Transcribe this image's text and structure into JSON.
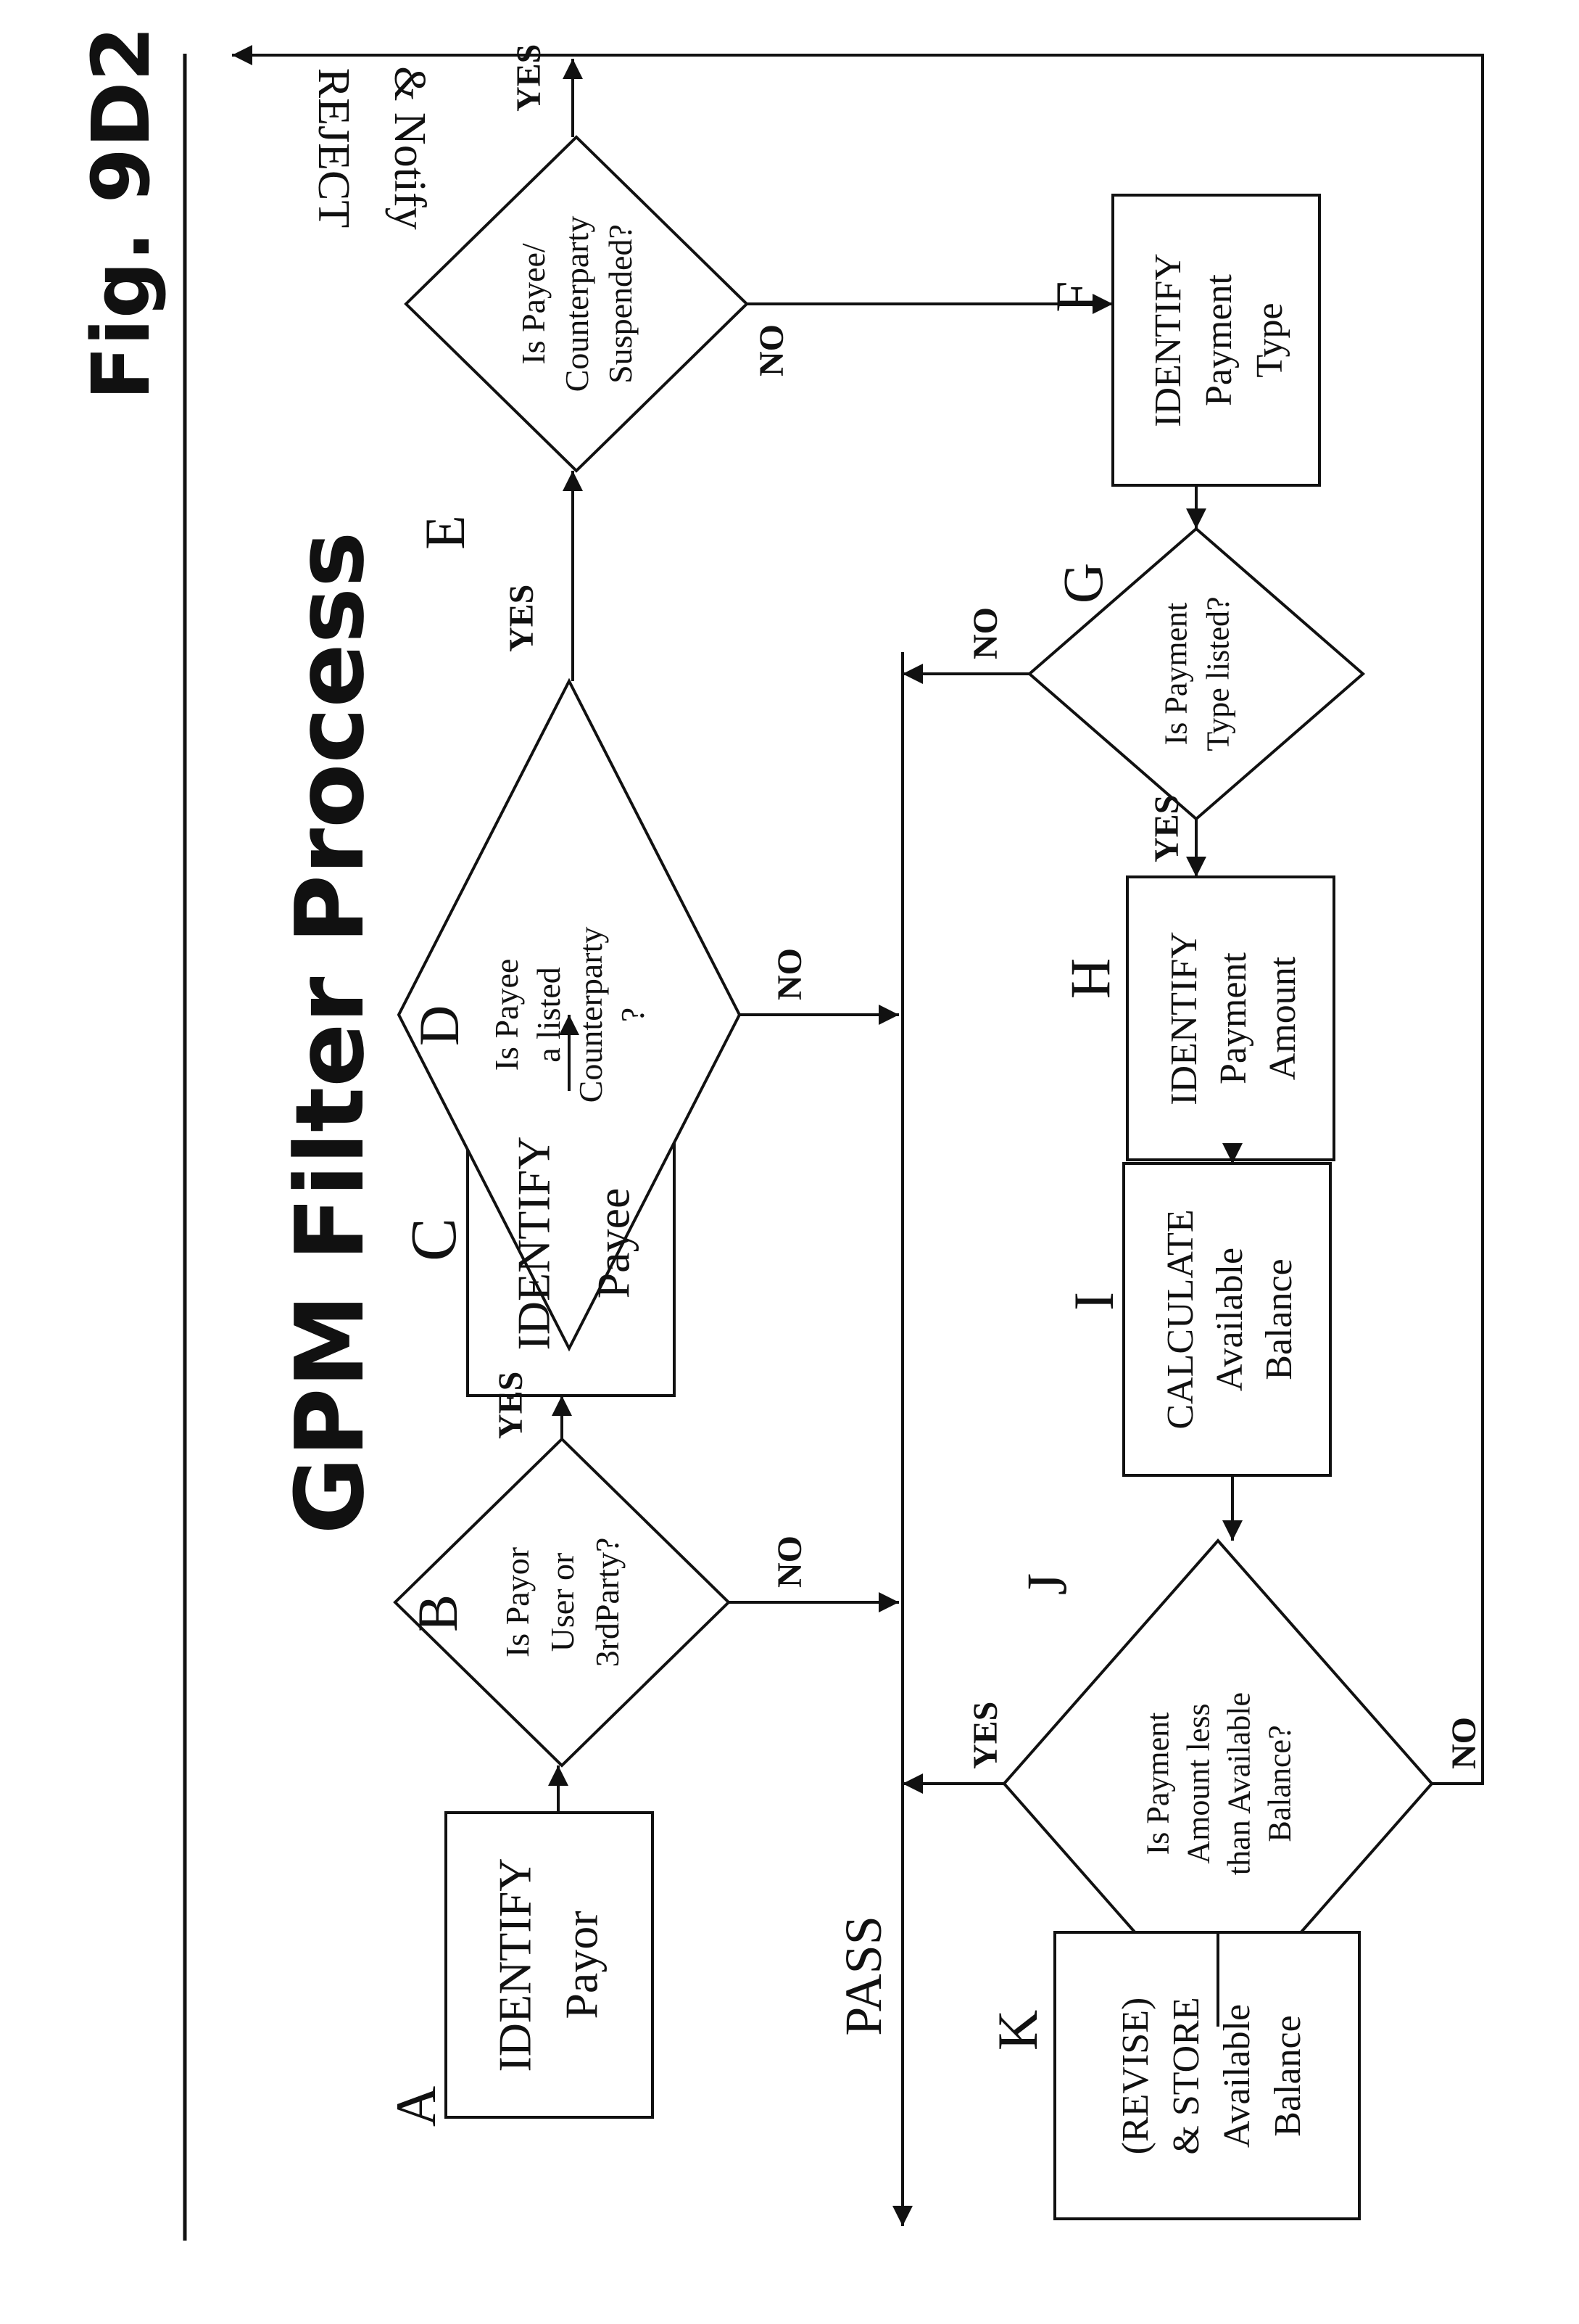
{
  "figure_label": "Fig. 9D2",
  "title": "GPM Filter Process",
  "nodes": {
    "A": {
      "letter": "A",
      "lines": [
        "IDENTIFY",
        "Payor"
      ]
    },
    "B": {
      "letter": "B",
      "lines": [
        "Is Payor",
        "User or",
        "3rdParty?"
      ]
    },
    "C": {
      "letter": "C",
      "lines": [
        "IDENTIFY",
        "Payee"
      ]
    },
    "D": {
      "letter": "D",
      "lines": [
        "Is Payee",
        "a listed",
        "Counterparty",
        "?"
      ]
    },
    "E": {
      "letter": "E",
      "lines": [
        "Is Payee/",
        "Counterparty",
        "Suspended?"
      ]
    },
    "F": {
      "letter": "F",
      "lines": [
        "IDENTIFY",
        "Payment",
        "Type"
      ]
    },
    "G": {
      "letter": "G",
      "lines": [
        "Is Payment",
        "Type listed?"
      ]
    },
    "H": {
      "letter": "H",
      "lines": [
        "IDENTIFY",
        "Payment",
        "Amount"
      ]
    },
    "I": {
      "letter": "I",
      "lines": [
        "CALCULATE",
        "Available",
        "Balance"
      ]
    },
    "J": {
      "letter": "J",
      "lines": [
        "Is Payment",
        "Amount less",
        "than Available",
        "Balance?"
      ]
    },
    "K": {
      "letter": "K",
      "lines": [
        "(REVISE)",
        "& STORE",
        "Available",
        "Balance"
      ]
    }
  },
  "edge_labels": {
    "yes": "YES",
    "no": "NO"
  },
  "terminals": {
    "pass": "PASS",
    "reject_line1": "REJECT",
    "reject_line2": "& Notify"
  }
}
